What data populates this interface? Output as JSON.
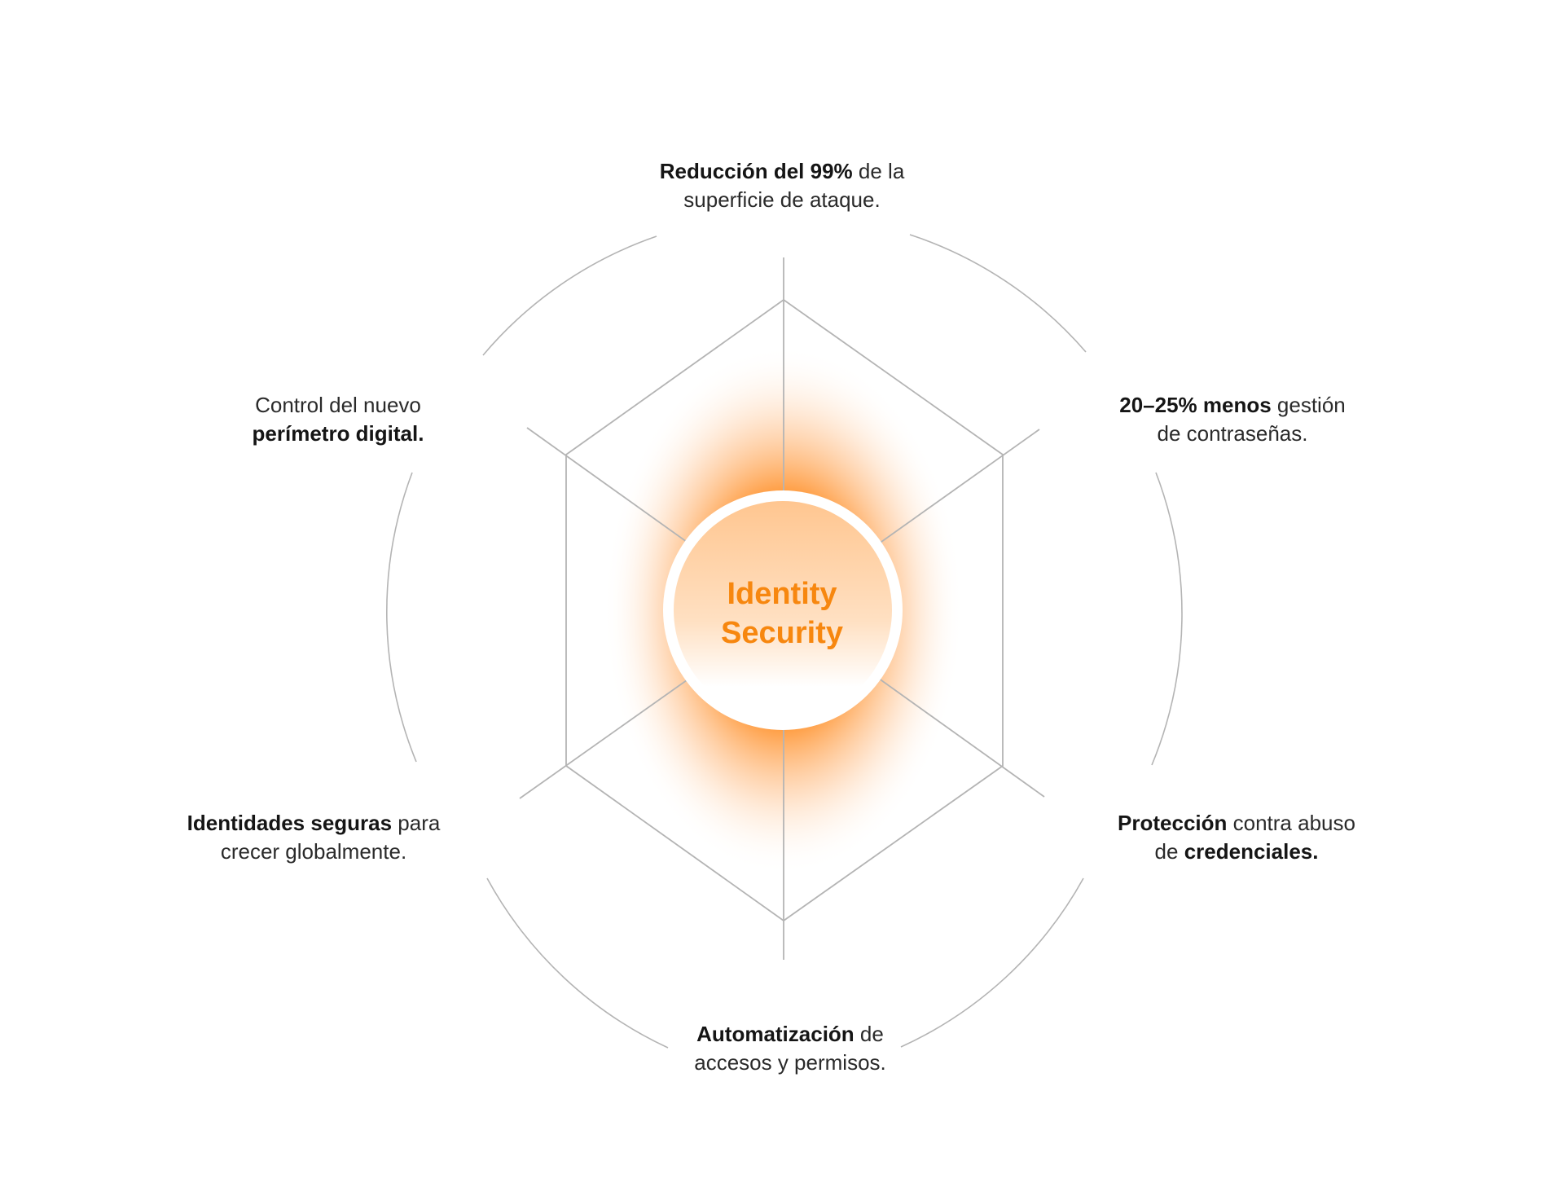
{
  "colors": {
    "accent": "#F7870F",
    "glow": "#FF9A3C",
    "line": "#B4B4B4",
    "text": "#151515"
  },
  "center": {
    "line1": "Identity",
    "line2": "Security"
  },
  "labels": [
    {
      "id": "top",
      "parts": [
        {
          "text": "Reducción del 99%",
          "bold": true
        },
        {
          "text": " de la",
          "bold": false
        }
      ],
      "line2": [
        {
          "text": "superficie de ataque.",
          "bold": false
        }
      ]
    },
    {
      "id": "upper-right",
      "parts": [
        {
          "text": "20–25% menos",
          "bold": true
        },
        {
          "text": " gestión",
          "bold": false
        }
      ],
      "line2": [
        {
          "text": "de contraseñas.",
          "bold": false
        }
      ]
    },
    {
      "id": "lower-right",
      "parts": [
        {
          "text": "Protección",
          "bold": true
        },
        {
          "text": " contra abuso",
          "bold": false
        }
      ],
      "line2": [
        {
          "text": "de ",
          "bold": false
        },
        {
          "text": "credenciales.",
          "bold": true
        }
      ]
    },
    {
      "id": "bottom",
      "parts": [
        {
          "text": "Automatización",
          "bold": true
        },
        {
          "text": " de",
          "bold": false
        }
      ],
      "line2": [
        {
          "text": "accesos y permisos.",
          "bold": false
        }
      ]
    },
    {
      "id": "lower-left",
      "parts": [
        {
          "text": "Identidades seguras",
          "bold": true
        },
        {
          "text": " para",
          "bold": false
        }
      ],
      "line2": [
        {
          "text": "crecer globalmente.",
          "bold": false
        }
      ]
    },
    {
      "id": "upper-left",
      "parts": [
        {
          "text": "Control del nuevo",
          "bold": false
        }
      ],
      "line2": [
        {
          "text": "perímetro digital.",
          "bold": true
        }
      ]
    }
  ],
  "label_text": {
    "top_l1_bold": "Reducción del 99%",
    "top_l1_reg": " de la",
    "top_l2": "superficie de ataque.",
    "ur_l1_bold": "20–25% menos",
    "ur_l1_reg": " gestión",
    "ur_l2": "de contraseñas.",
    "lr_l1_bold": "Protección",
    "lr_l1_reg": " contra abuso",
    "lr_l2_reg": "de ",
    "lr_l2_bold": "credenciales.",
    "b_l1_bold": "Automatización",
    "b_l1_reg": " de",
    "b_l2": "accesos y permisos.",
    "ll_l1_bold": "Identidades seguras",
    "ll_l1_reg": " para",
    "ll_l2": "crecer globalmente.",
    "ul_l1": "Control del nuevo",
    "ul_l2_bold": "perímetro digital."
  }
}
